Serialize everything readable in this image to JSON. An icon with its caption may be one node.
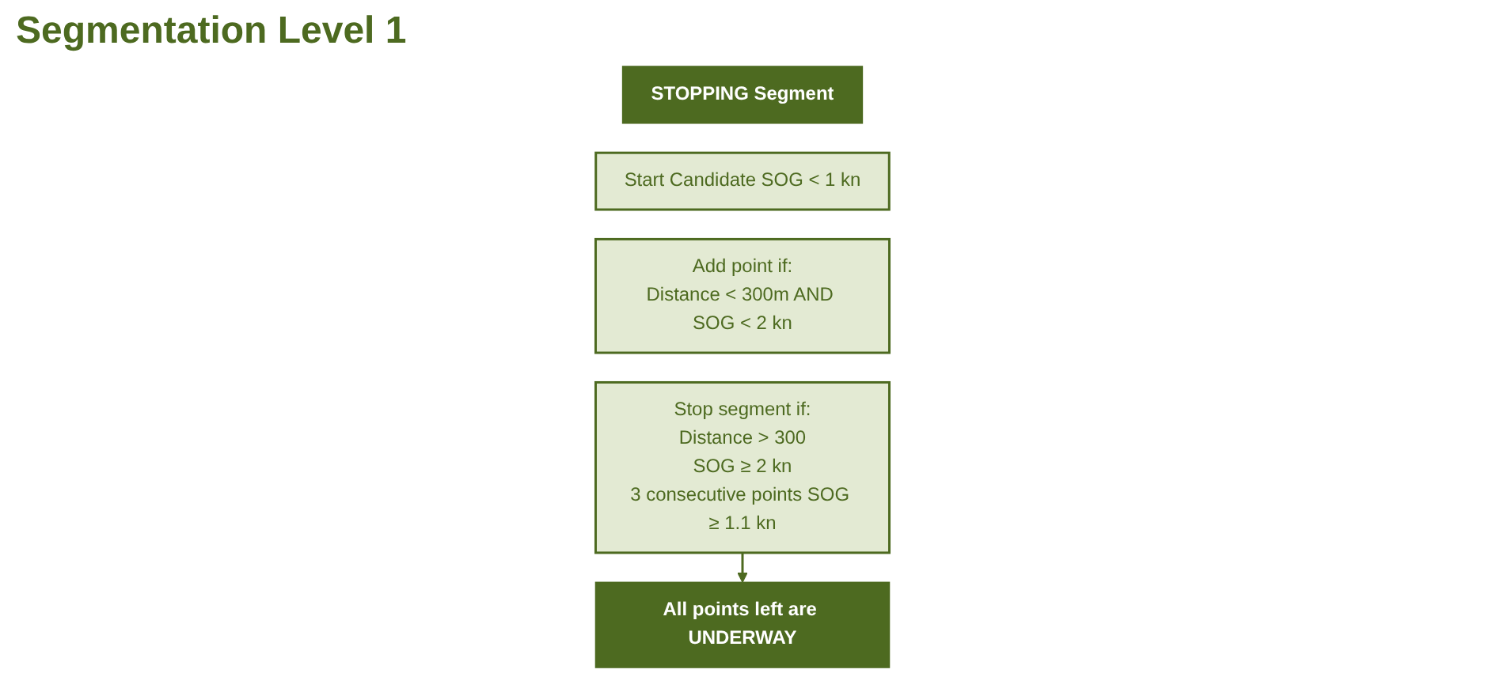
{
  "diagram": {
    "title": "Segmentation Level 1",
    "nodes": [
      {
        "text": [
          "STOPPING Segment"
        ]
      },
      {
        "text": [
          "Start Candidate SOG < 1 kn"
        ]
      },
      {
        "text": [
          "Add point if:",
          "Distance < 300m AND SOG < 2 kn"
        ]
      },
      {
        "text": [
          "Stop segment if:",
          "Distance > 300",
          "SOG ≥ 2 kn",
          "3 consecutive points SOG ≥ 1.1 kn"
        ]
      },
      {
        "text": [
          "All points left are UNDERWAY"
        ]
      }
    ],
    "edges": [
      {
        "from": 3,
        "to": 4,
        "arrow": "to"
      }
    ]
  }
}
